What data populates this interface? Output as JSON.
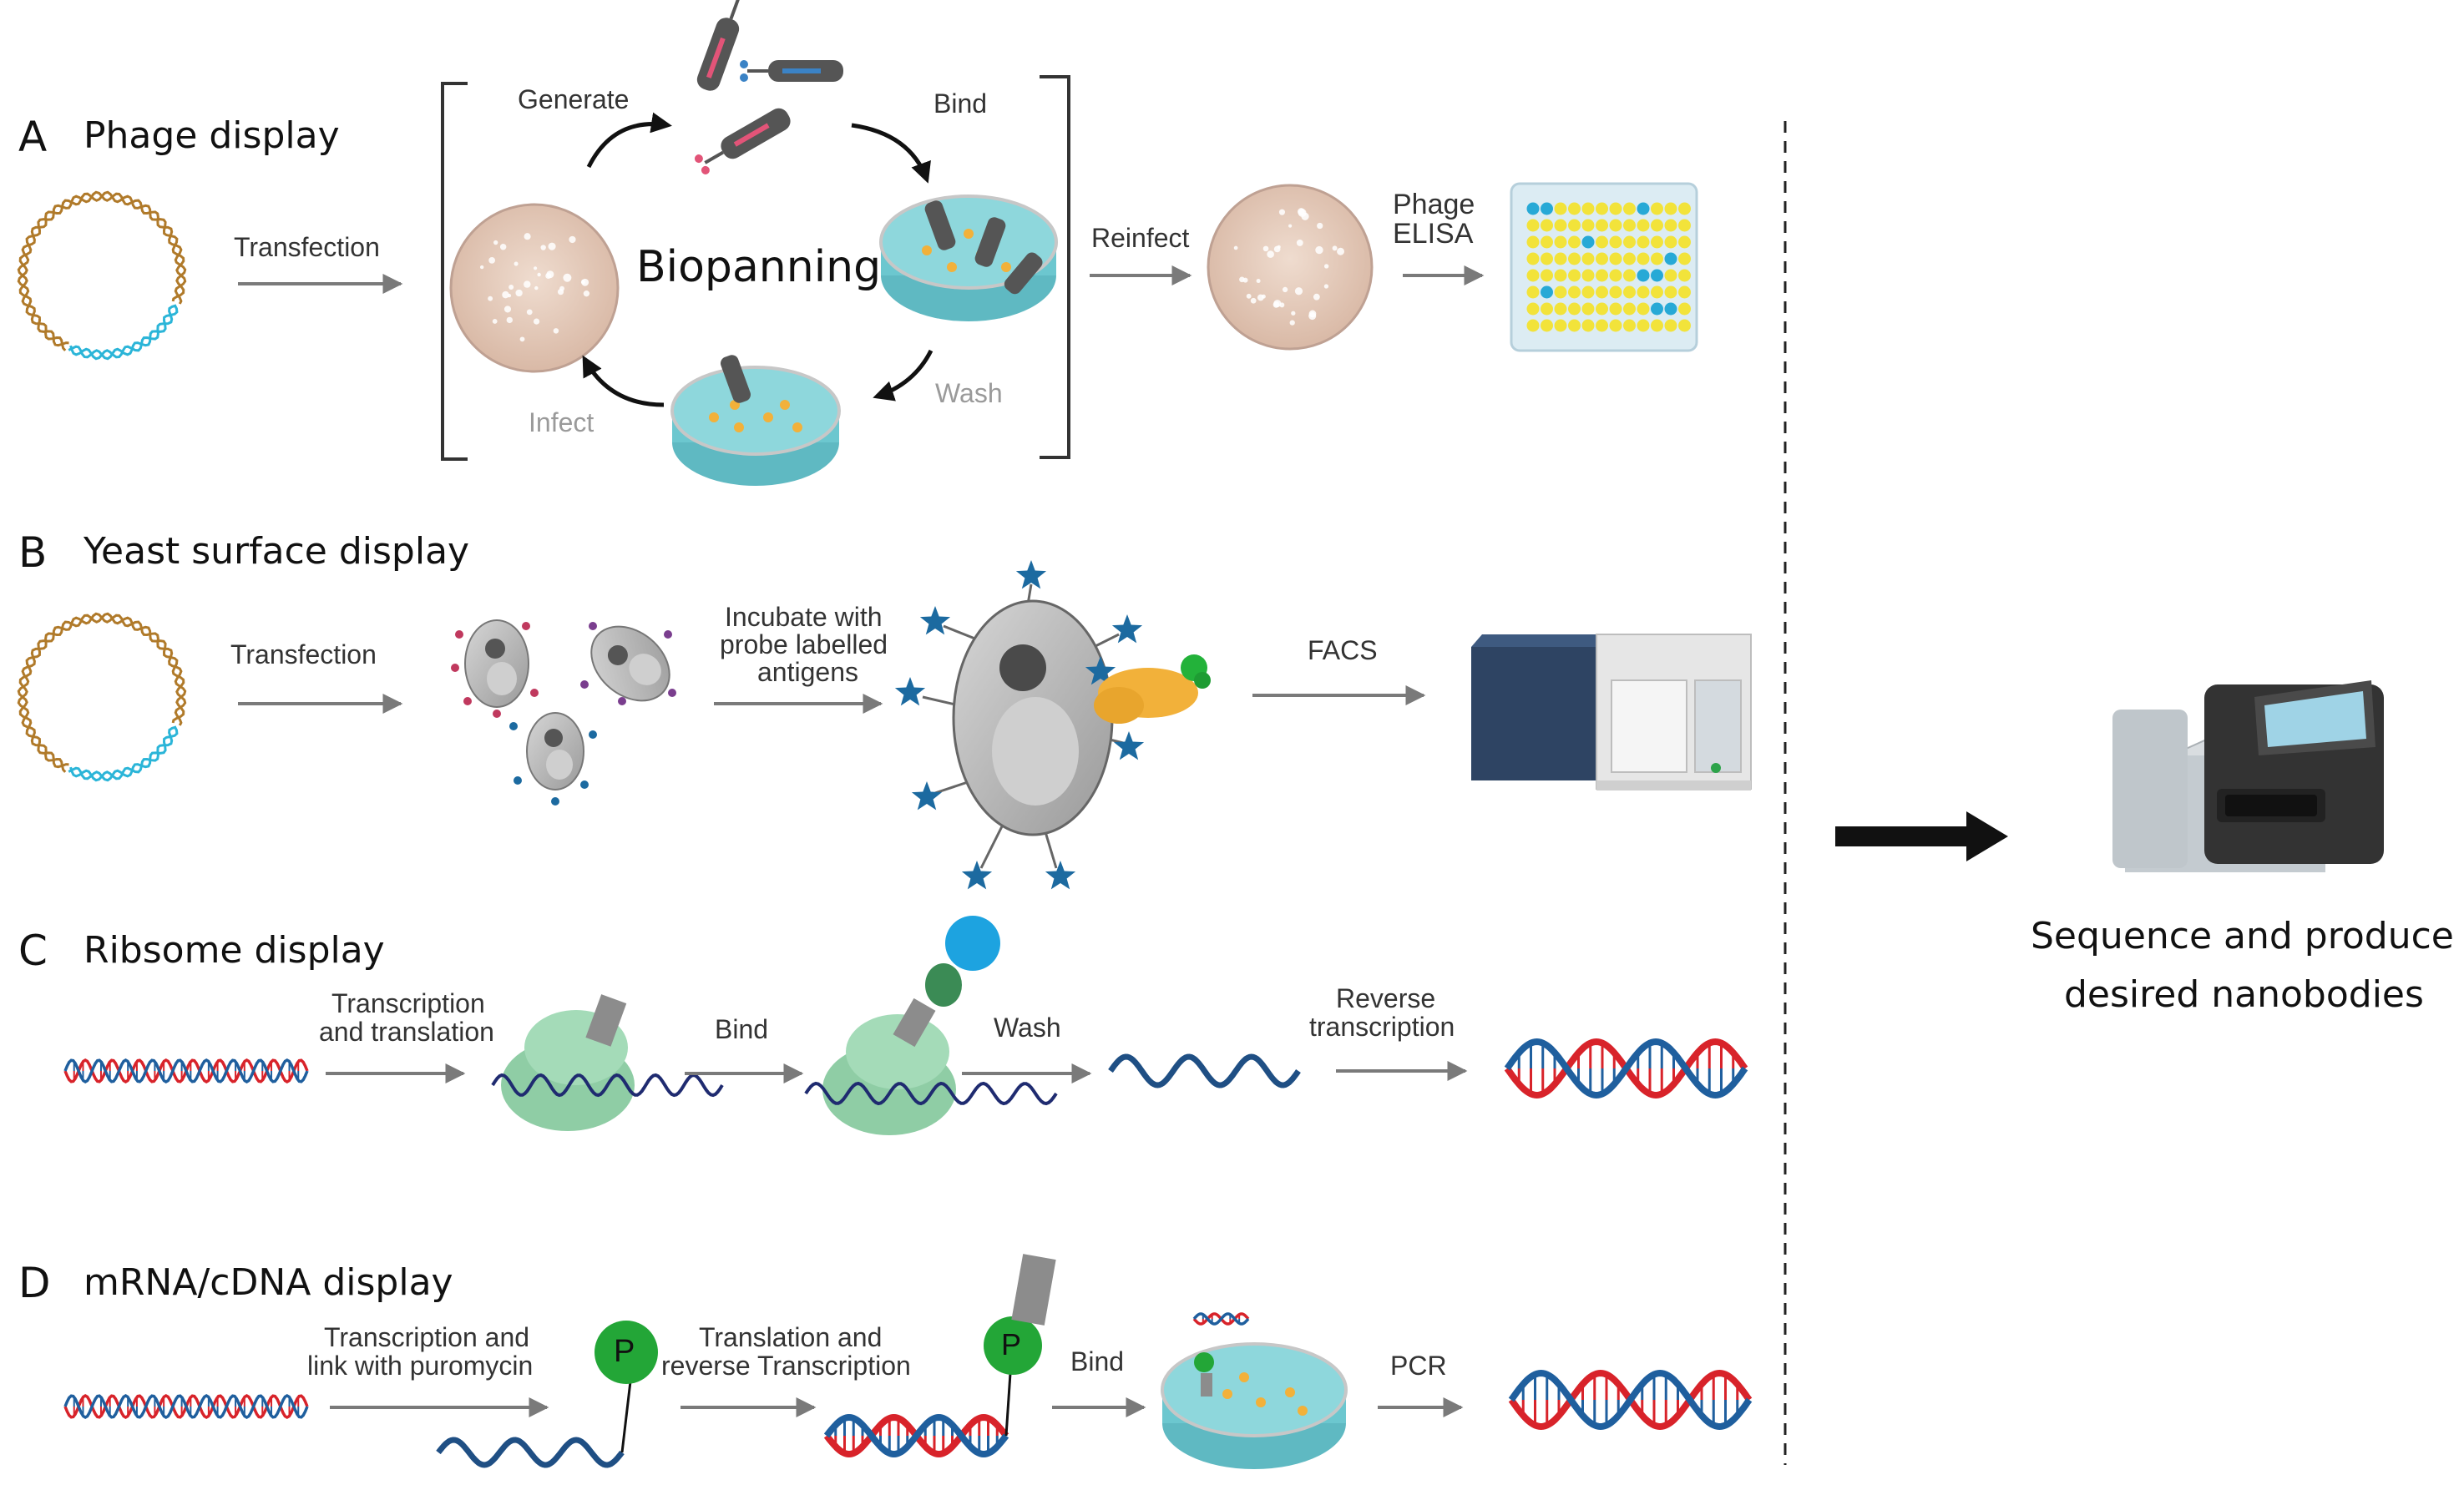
{
  "sections": {
    "A": {
      "letter": "A",
      "title": "Phage display"
    },
    "B": {
      "letter": "B",
      "title": "Yeast surface display"
    },
    "C": {
      "letter": "C",
      "title": "Ribsome display"
    },
    "D": {
      "letter": "D",
      "title": "mRNA/cDNA display"
    }
  },
  "phage": {
    "transfection": "Transfection",
    "generate": "Generate",
    "bind": "Bind",
    "biopanning": "Biopanning",
    "wash": "Wash",
    "infect": "Infect",
    "reinfect": "Reinfect",
    "elisa_line1": "Phage",
    "elisa_line2": "ELISA"
  },
  "yeast": {
    "transfection": "Transfection",
    "incubate_line1": "Incubate with",
    "incubate_line2": "probe labelled",
    "incubate_line3": "antigens",
    "facs": "FACS"
  },
  "ribosome": {
    "tt_line1": "Transcription",
    "tt_line2": "and translation",
    "bind": "Bind",
    "wash": "Wash",
    "rt_line1": "Reverse",
    "rt_line2": "transcription"
  },
  "mrna": {
    "tl_line1": "Transcription and",
    "tl_line2": "link with puromycin",
    "puromycin_symbol": "P",
    "tr_line1": "Translation and",
    "tr_line2": "reverse Transcription",
    "bind": "Bind",
    "pcr": "PCR"
  },
  "final": {
    "line1": "Sequence and produce",
    "line2": "desired nanobodies"
  },
  "colors": {
    "dna_red": "#d8232a",
    "dna_blue": "#1f5f9e",
    "plasmid_brown": "#b07a2a",
    "plasmid_cyan": "#2bb5d8",
    "ribosome_green": "#8fcda5",
    "puromycin_green": "#23a637",
    "plate_agar": "#e8cfc0",
    "dish_liquid": "#6cc7cf",
    "elisa_yellow": "#f2e33a",
    "elisa_blue": "#27a9d6",
    "star_blue": "#1c6aa0"
  },
  "elisa_positive_wells": [
    [
      0,
      0
    ],
    [
      0,
      1
    ],
    [
      0,
      8
    ],
    [
      2,
      4
    ],
    [
      3,
      10
    ],
    [
      4,
      8
    ],
    [
      4,
      9
    ],
    [
      5,
      1
    ],
    [
      6,
      10
    ],
    [
      6,
      9
    ]
  ]
}
